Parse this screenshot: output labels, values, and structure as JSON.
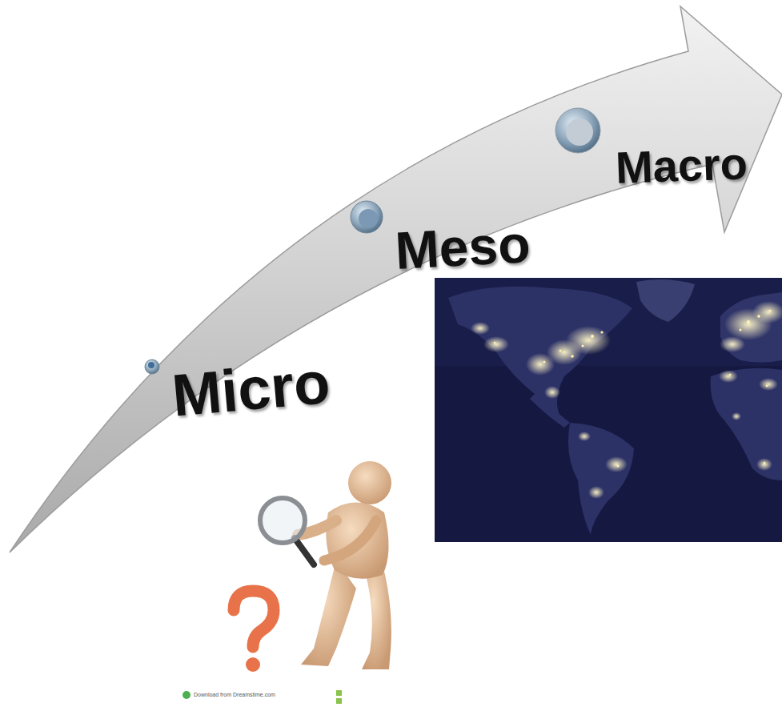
{
  "diagram": {
    "labels": [
      "Micro",
      "Meso",
      "Macro",
      "Download from Dreamstime.com"
    ]
  }
}
